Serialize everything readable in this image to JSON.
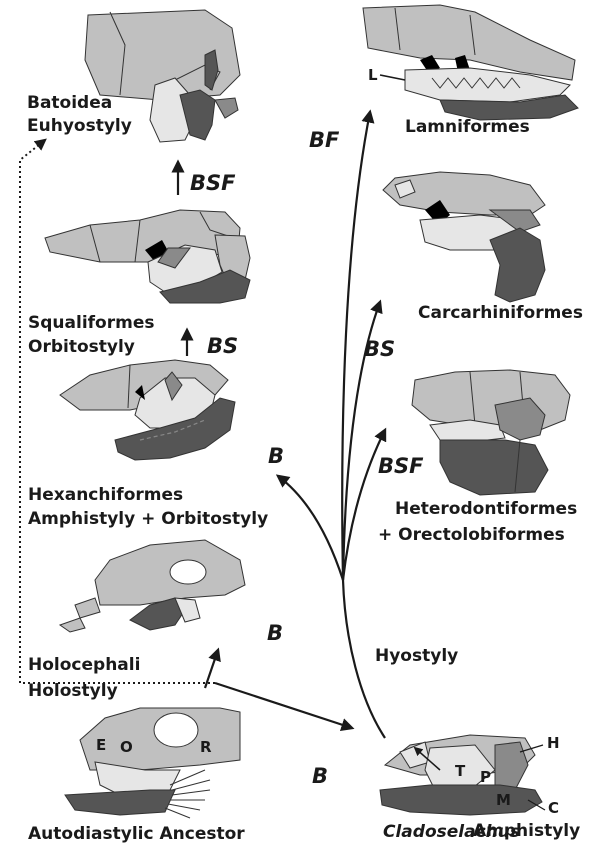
{
  "taxa": {
    "batoidea": {
      "name": "Batoidea",
      "suspension": "Euhyostyly"
    },
    "squaliformes": {
      "name": "Squaliformes",
      "suspension": "Orbitostyly"
    },
    "hexanchiformes": {
      "name": "Hexanchiformes",
      "suspension": "Amphistyly + Orbitostyly"
    },
    "holocephali": {
      "name": "Holocephali",
      "suspension": "Holostyly"
    },
    "ancestor": {
      "name": "Autodiastylic Ancestor"
    },
    "lamniformes": {
      "name": "Lamniformes"
    },
    "carcharhiniformes": {
      "name": "Carcarhiniformes"
    },
    "heterodontiformes": {
      "name": "Heterodontiformes",
      "name2": "+ Orectolobiformes"
    },
    "cladoselachus": {
      "name": "Cladoselachus",
      "suspension": "Amphistyly"
    }
  },
  "clade_label": "Hyostyly",
  "transitions": {
    "bsf_batoid": "BSF",
    "bs_squali": "BS",
    "b_hexanch": "B",
    "b_holo": "B",
    "b_clado": "B",
    "bf_lamni": "BF",
    "bs_carch": "BS",
    "bsf_hetero": "BSF"
  },
  "part_labels": {
    "lamni_L": "L",
    "anc_E": "E",
    "anc_O": "O",
    "anc_R": "R",
    "clado_T": "T",
    "clado_P": "P",
    "clado_H": "H",
    "clado_M": "M",
    "clado_C": "C"
  },
  "colors": {
    "light": "#c0c0c0",
    "extra_light": "#e6e6e6",
    "mid": "#8a8a8a",
    "dark": "#555555"
  }
}
